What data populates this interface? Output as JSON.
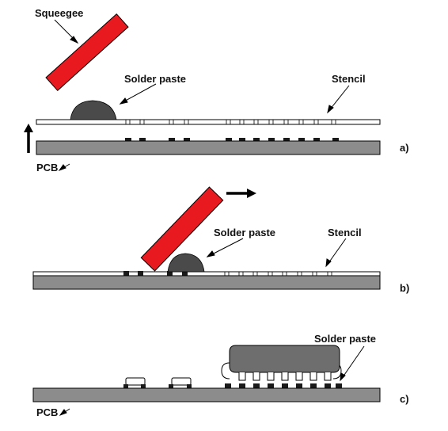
{
  "labels": {
    "squeegee": "Squeegee",
    "solder_paste_a": "Solder paste",
    "stencil_a": "Stencil",
    "pcb_a": "PCB",
    "step_a": "a)",
    "solder_paste_b": "Solder paste",
    "stencil_b": "Stencil",
    "step_b": "b)",
    "solder_paste_c": "Solder paste",
    "pcb_c": "PCB",
    "step_c": "c)"
  },
  "colors": {
    "squeegee": "#e8191f",
    "pcb": "#8c8c8c",
    "paste": "#4a4a4a",
    "pad": "#1a1a1a",
    "component": "#6e6e6e",
    "stencil": "#ffffff",
    "outline": "#000000"
  }
}
